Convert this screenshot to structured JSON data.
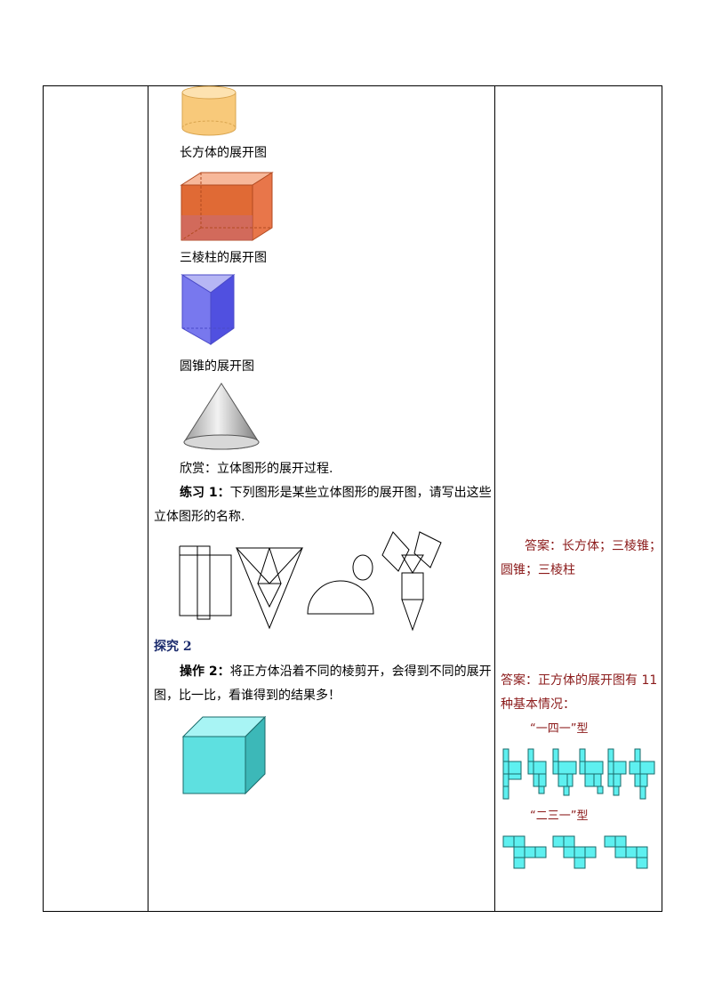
{
  "middle": {
    "cuboid_caption": "长方体的展开图",
    "prism_caption": "三棱柱的展开图",
    "cone_caption": "圆锥的展开图",
    "appreciate": "欣赏：立体图形的展开过程.",
    "ex1_label": "练习 1：",
    "ex1_text_a": "下列图形是某些立体图形的展开图，请写出这些",
    "ex1_text_b": "立体图形的名称.",
    "explore_heading": "探究 2",
    "op2_label": "操作 2：",
    "op2_text_a": "将正方体沿着不同的棱剪开，会得到不同的展开",
    "op2_text_b": "图，比一比，看谁得到的结果多！"
  },
  "right": {
    "answer1_a": "答案：长方体；三棱锥；",
    "answer1_b": "圆锥；三棱柱",
    "answer2_a": "答案：正方体的展开图有 11",
    "answer2_b": "种基本情况：",
    "type_141": "“一四一”型",
    "type_231": "“二三一”型"
  },
  "colors": {
    "cylinder": "#f8c97a",
    "cuboid": "#e06a35",
    "prism": "#6a6ae8",
    "cube": "#5ee0e0",
    "net": "#5ef0f0",
    "answer_text": "#8b1a1a",
    "heading": "#1a2a6c"
  }
}
